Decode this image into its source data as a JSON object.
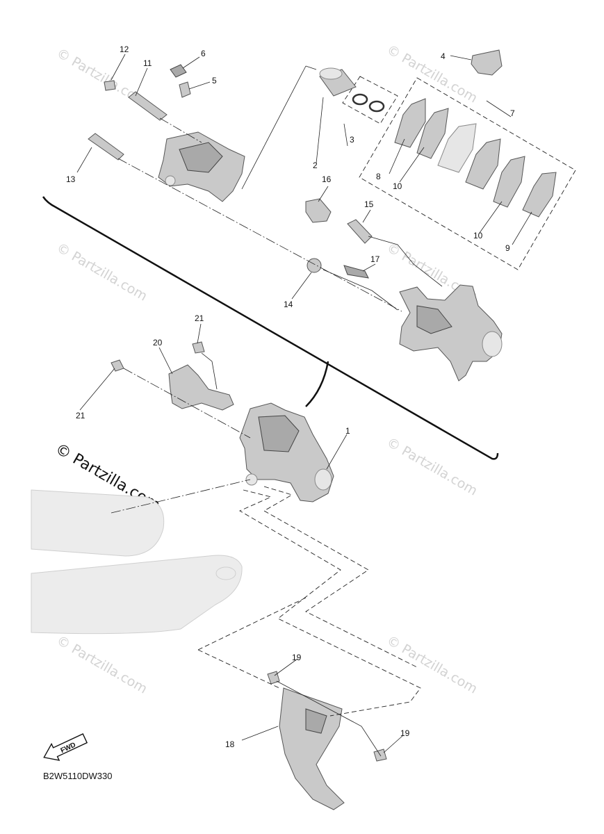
{
  "diagram": {
    "code": "B2W5110DW330",
    "fwd_label": "FWD",
    "watermark": "© Partzilla.com",
    "watermark_main": "© Partzilla.com"
  },
  "callouts": [
    "1",
    "2",
    "3",
    "4",
    "5",
    "6",
    "7",
    "8",
    "9",
    "10",
    "10",
    "11",
    "12",
    "13",
    "14",
    "15",
    "16",
    "17",
    "18",
    "19",
    "19",
    "20",
    "21",
    "21"
  ]
}
